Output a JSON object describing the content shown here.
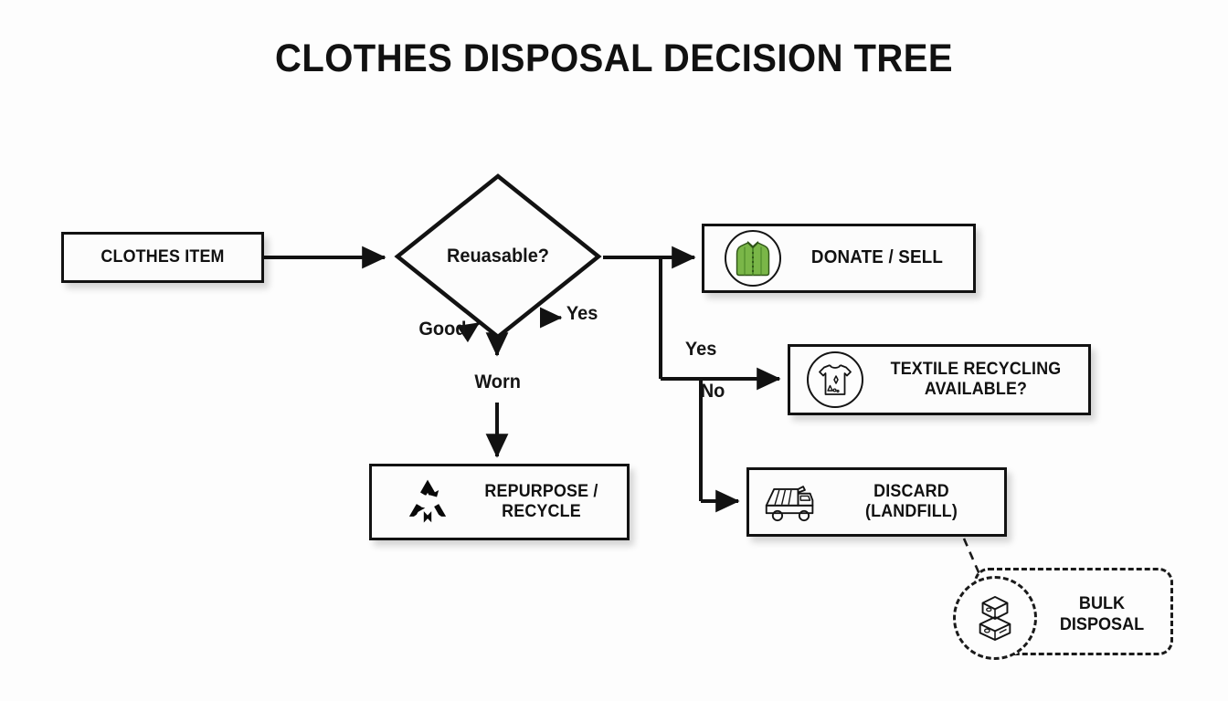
{
  "title": "CLOTHES DISPOSAL DECISION TREE",
  "canvas": {
    "background": "#fdfdfd",
    "stroke": "#121212",
    "accent_green": "#7ab648"
  },
  "nodes": {
    "clothes_item": {
      "label": "CLOTHES ITEM",
      "shape": "rectangle",
      "icon": null
    },
    "reusable": {
      "label": "Reuasable?",
      "shape": "diamond",
      "icon": null
    },
    "donate_sell": {
      "label": "DONATE / SELL",
      "shape": "rectangle",
      "icon": "green-shirt-icon"
    },
    "textile_recycling": {
      "label_line1": "TEXTILE RECYCLING",
      "label_line2": "AVAILABLE?",
      "shape": "rectangle",
      "icon": "worn-tshirt-icon"
    },
    "repurpose_recycle": {
      "label_line1": "REPURPOSE /",
      "label_line2": "RECYCLE",
      "shape": "rectangle",
      "icon": "recycle-symbol-icon"
    },
    "discard_landfill": {
      "label_line1": "DISCARD",
      "label_line2": "(LANDFILL)",
      "shape": "rectangle",
      "icon": "dump-truck-icon"
    },
    "bulk_disposal": {
      "label_line1": "BULK",
      "label_line2": "DISPOSAL",
      "shape": "dashed-rounded-rectangle",
      "icon": "stacked-boxes-icon"
    }
  },
  "edge_labels": {
    "yes_from_diamond": "Yes",
    "good": "Good",
    "worn": "Worn",
    "yes_branch": "Yes",
    "no_branch": "No"
  },
  "chart_data": {
    "type": "diagram",
    "title": "CLOTHES DISPOSAL DECISION TREE",
    "diagram_kind": "decision-tree-flowchart",
    "nodes": [
      {
        "id": "clothes_item",
        "text": "CLOTHES ITEM",
        "shape": "rectangle"
      },
      {
        "id": "reusable",
        "text": "Reuasable?",
        "shape": "diamond"
      },
      {
        "id": "donate_sell",
        "text": "DONATE / SELL",
        "shape": "rectangle",
        "icon": "green-shirt"
      },
      {
        "id": "textile_recycling",
        "text": "TEXTILE RECYCLING AVAILABLE?",
        "shape": "rectangle",
        "icon": "worn-tshirt"
      },
      {
        "id": "repurpose_recycle",
        "text": "REPURPOSE / RECYCLE",
        "shape": "rectangle",
        "icon": "recycle-symbol"
      },
      {
        "id": "discard_landfill",
        "text": "DISCARD (LANDFILL)",
        "shape": "rectangle",
        "icon": "dump-truck"
      },
      {
        "id": "bulk_disposal",
        "text": "BULK DISPOSAL",
        "shape": "dashed-rounded-rectangle",
        "icon": "stacked-boxes"
      }
    ],
    "edges": [
      {
        "from": "clothes_item",
        "to": "reusable",
        "label": "",
        "style": "solid"
      },
      {
        "from": "reusable",
        "to": "donate_sell",
        "label": "Yes",
        "style": "solid"
      },
      {
        "from": "reusable",
        "to": "repurpose_recycle",
        "label": "Worn",
        "style": "solid"
      },
      {
        "from": "reusable",
        "to": "reusable",
        "label": "Good",
        "style": "solid"
      },
      {
        "from": "reusable",
        "to": "textile_recycling",
        "label": "Yes",
        "style": "solid"
      },
      {
        "from": "reusable",
        "to": "discard_landfill",
        "label": "No",
        "style": "solid"
      },
      {
        "from": "discard_landfill",
        "to": "bulk_disposal",
        "label": "",
        "style": "dashed"
      }
    ]
  }
}
